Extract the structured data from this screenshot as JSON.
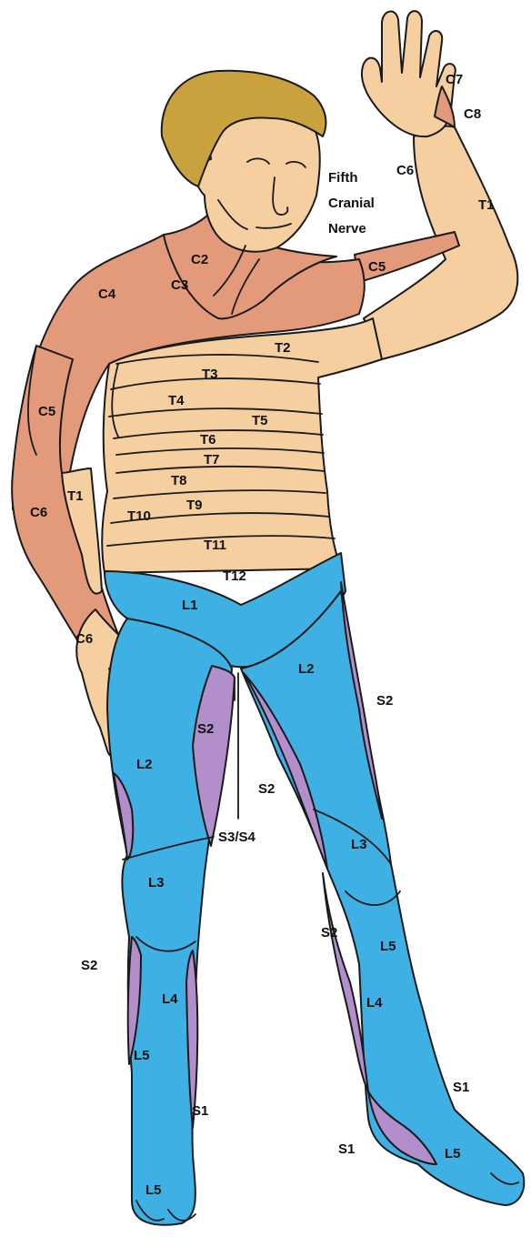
{
  "colors": {
    "skin": "#f5cfa0",
    "cervical": "#e39a7b",
    "lumbar": "#3fb0e3",
    "sacral": "#b28fcb",
    "hair": "#c9a23e",
    "outline": "#1a1a1a"
  },
  "labels": {
    "c7": "C7",
    "c8": "C8",
    "c6_hand": "C6",
    "t1_arm": "T1",
    "fifth_line1": "Fifth",
    "fifth_line2": "Cranial",
    "fifth_line3": "Nerve",
    "c2": "C2",
    "c3": "C3",
    "c4": "C4",
    "c5_right": "C5",
    "t2": "T2",
    "t3": "T3",
    "t4": "T4",
    "t5": "T5",
    "c5_left": "C5",
    "t6": "T6",
    "t7": "T7",
    "t8": "T8",
    "t9": "T9",
    "t10": "T10",
    "t11": "T11",
    "t12": "T12",
    "t1_leftarm": "T1",
    "c6_leftarm": "C6",
    "l1": "L1",
    "c6_lefthand": "C6",
    "l2_right": "L2",
    "s2_right_outer": "S2",
    "s2_inner_left": "S2",
    "l2_left": "L2",
    "s2_inner_right": "S2",
    "s3s4": "S3/S4",
    "l3_right": "L3",
    "l3_left": "L3",
    "s2_right_shin": "S2",
    "l5_right_upper": "L5",
    "s2_left_outer": "S2",
    "l4_left": "L4",
    "l4_right": "L4",
    "l5_left_upper": "L5",
    "s1_left": "S1",
    "s1_right_upper": "S1",
    "s1_right_lower": "S1",
    "l5_right_foot": "L5",
    "l5_left_foot": "L5"
  }
}
